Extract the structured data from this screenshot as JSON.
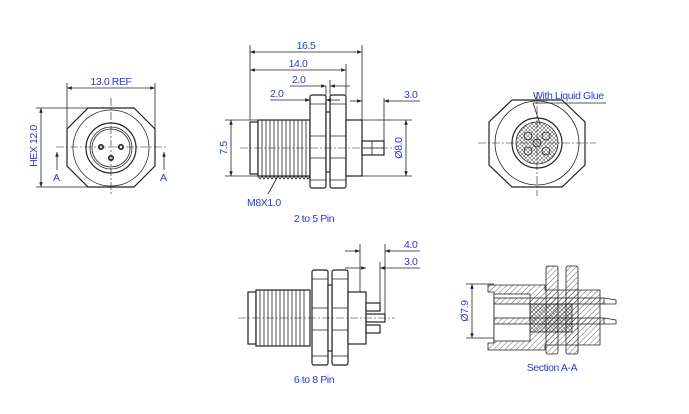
{
  "front_view": {
    "width_label": "13.0 REF",
    "hex_label": "HEX 12.0",
    "section_mark_left": "A",
    "section_mark_right": "A"
  },
  "side_view_top": {
    "overall_length": "16.5",
    "length_to_body": "14.0",
    "nut_spacing": "2.0",
    "nut_width": "2.0",
    "pin_length": "3.0",
    "thread_height": "7.5",
    "body_diameter": "Ø8.0",
    "thread_label": "M8X1.0",
    "caption": "2 to 5 Pin"
  },
  "rear_view": {
    "note": "With Liquid Glue"
  },
  "side_view_bottom": {
    "pin_length_outer": "4.0",
    "pin_length_inner": "3.0",
    "caption": "6 to 8 Pin"
  },
  "section_view": {
    "diameter": "Ø7.9",
    "caption": "Section A-A"
  },
  "colors": {
    "dimension_text": "#2b3bd1",
    "lines": "#222222"
  }
}
